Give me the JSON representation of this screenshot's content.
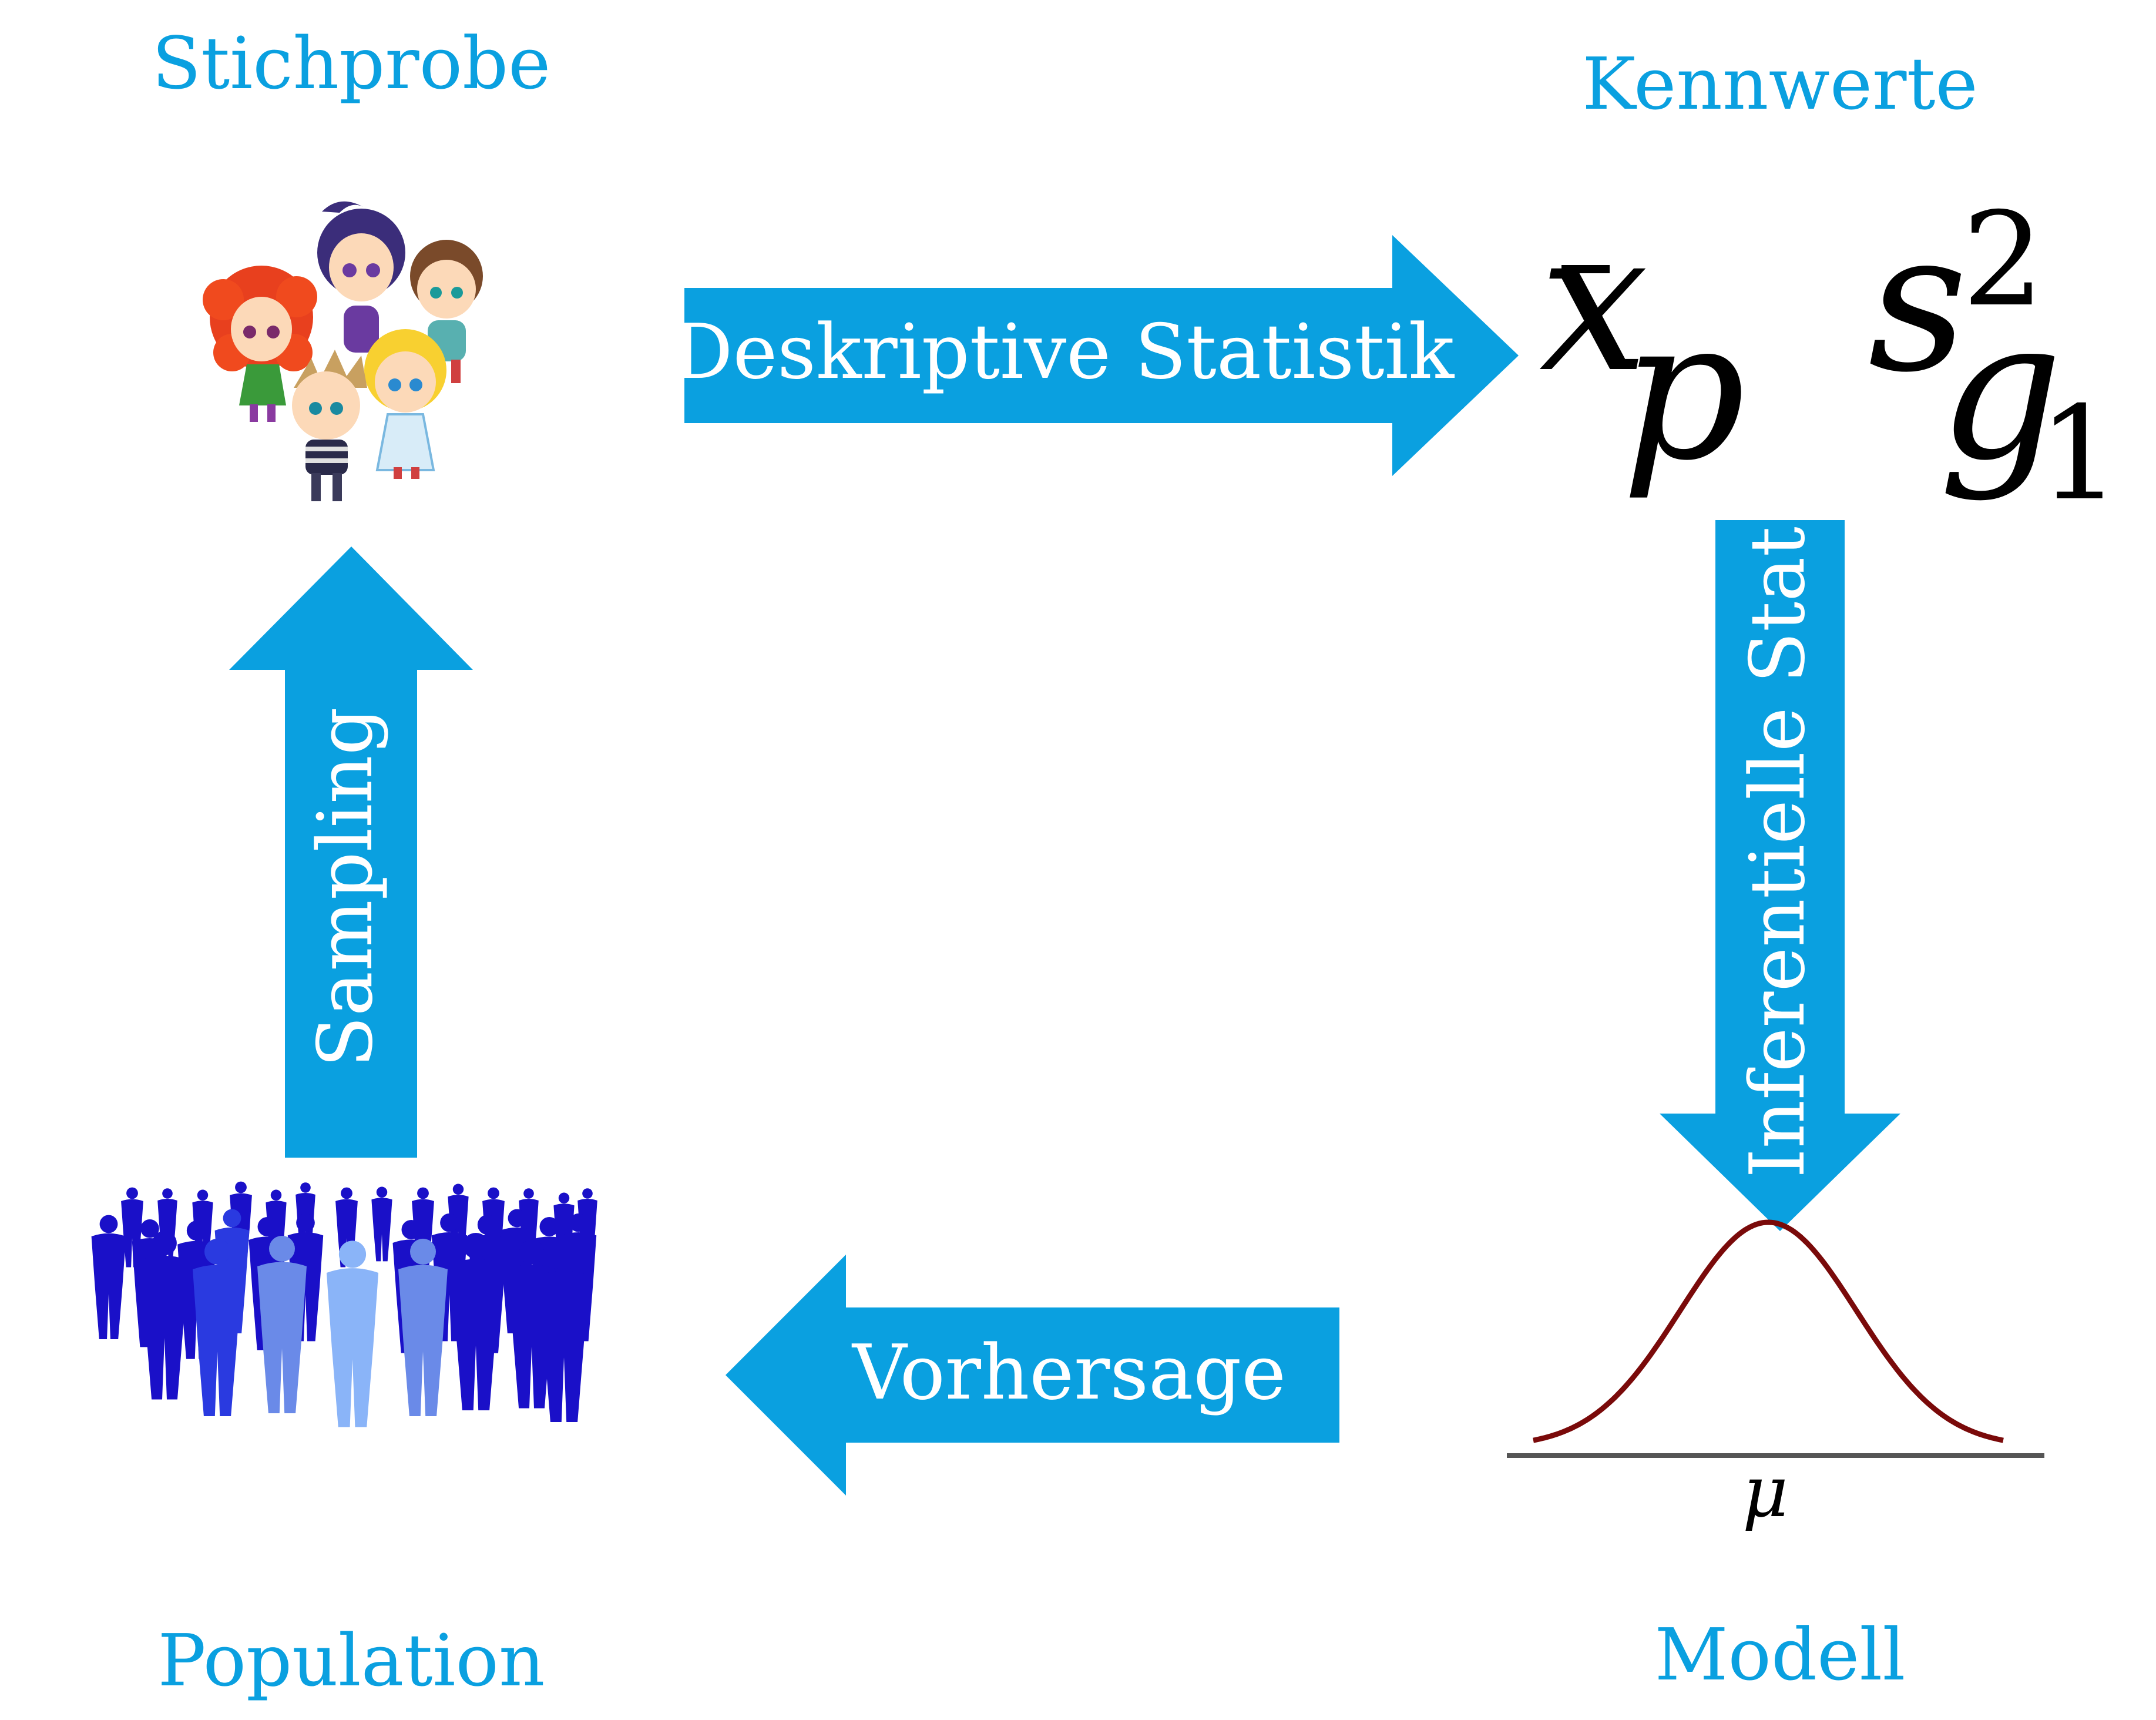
{
  "nodes": {
    "stichprobe": {
      "title": "Stichprobe"
    },
    "kennwerte": {
      "title": "Kennwerte",
      "symbols": {
        "mean": "x",
        "proportion": "p",
        "variance_base": "s",
        "variance_exp": "2",
        "skew_base": "g",
        "skew_sub": "1"
      }
    },
    "population": {
      "title": "Population"
    },
    "modell": {
      "title": "Modell",
      "mu_label": "μ"
    }
  },
  "arrows": {
    "descriptive": {
      "label": "Deskriptive Statistik"
    },
    "inferential": {
      "label": "Inferentielle Stat."
    },
    "prediction": {
      "label": "Vorhersage"
    },
    "sampling": {
      "label": "Sampling"
    }
  },
  "colors": {
    "accent": "#0aa0e0",
    "arrow_fill": "#0aa0e0",
    "arrow_text": "#ffffff",
    "curve": "#7a0a0a",
    "axis": "#555555",
    "crowd_dark": "#1a10c8",
    "crowd_light": "#8ab4f8"
  },
  "icons": {
    "sample": "children-group-icon",
    "population": "crowd-silhouette-icon"
  }
}
